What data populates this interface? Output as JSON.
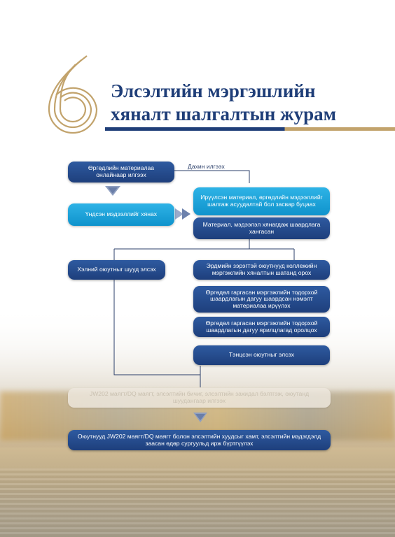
{
  "header": {
    "number": "6",
    "title_line1": "Элсэлтийн мэргэшлийн",
    "title_line2": "хяналт шалгалтын журам",
    "colors": {
      "navy": "#1f3e78",
      "gold": "#c2a36c"
    }
  },
  "flow": {
    "back_label": "Дахин илгээх",
    "step_apply": "Өргөдлийн материалаа онлайнаар илгээх",
    "step_review": "Үндсэн мэдээллийг хянах",
    "step_returned": "Ирүүлсэн материал, өргөдлийн мэдээллийг шалгаж асуудалтай бол засвар буцаах",
    "step_ok": "Материал, мэдээлэл хянагдаж шаардлага хангасан",
    "left_direct": "Хэлний оюутныг шууд элсэх",
    "right_1": "Эрдмийн зэрэгтэй оюутнууд коллежийн мэргэжлийн хяналтын шатанд орох",
    "right_2": "Өргөдөл гаргасан мэргэжлийн тодорхой шаардлагын дагуу шаардсан нэмэлт материалаа ирүүлэх",
    "right_3": "Өргөдөл гаргасан мэргэжлийн тодорхой шаардлагын дагуу ярилцлагад оролцох",
    "right_4": "Тэнцсэн оюутныг элсэх",
    "faded": "JW202 маягт/DQ маягт, элсэлтийн бичиг, элсэлтийн захидал бэлтгэж, оюутанд шуудангаар илгээх",
    "final": "Оюутнууд JW202 маягт/DQ маягт болон элсэлтийн хуудсыг хамт, элсэлтийн мэдэгдэлд заасан өдөр сургуульд ирж бүртгүүлэх"
  }
}
